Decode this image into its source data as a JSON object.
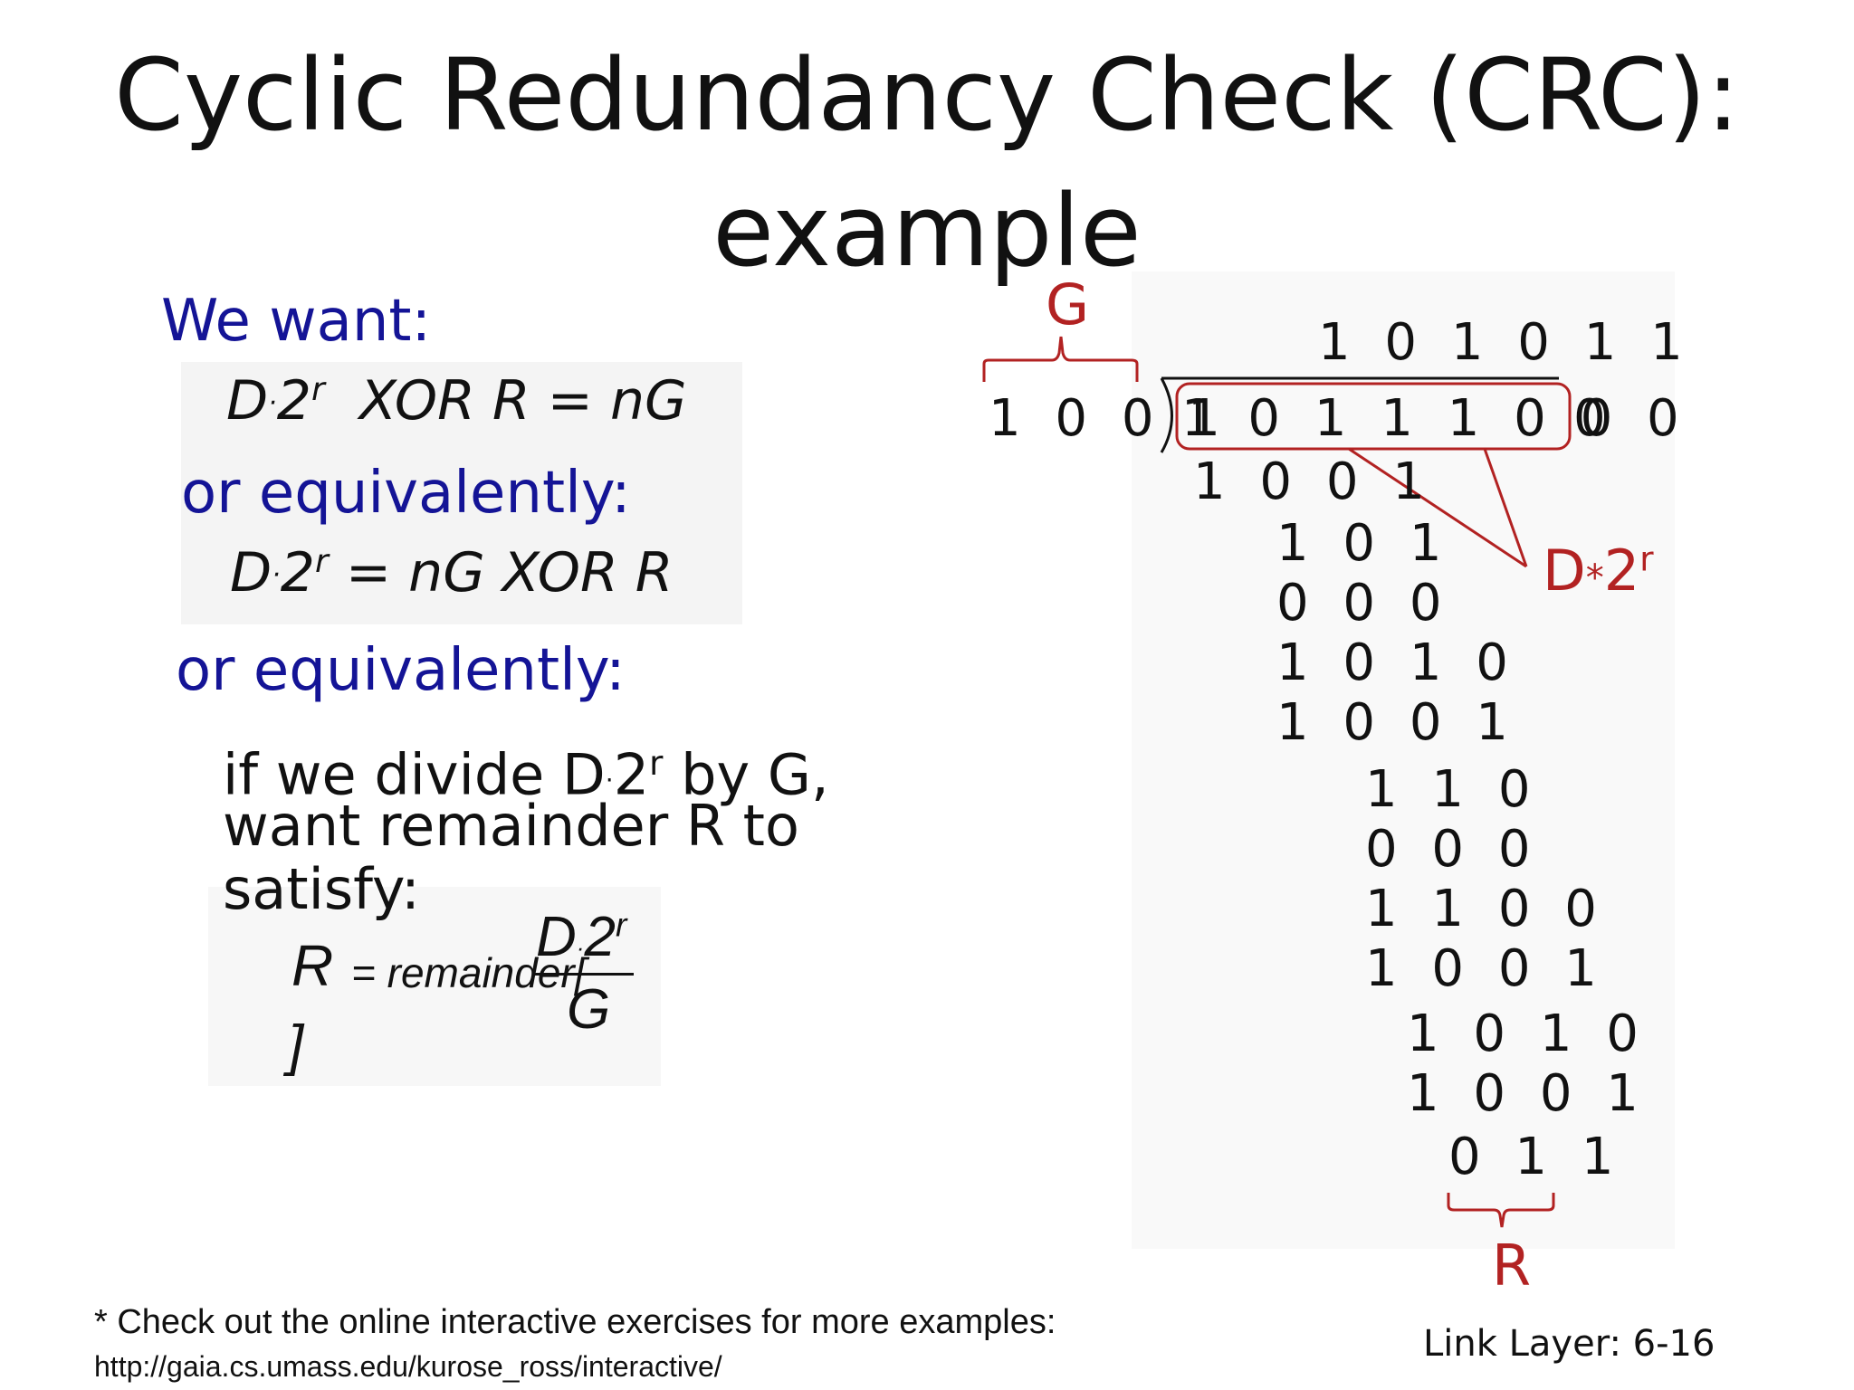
{
  "title": {
    "line1": "Cyclic Redundancy Check (CRC):",
    "line2": "example"
  },
  "left": {
    "we_want": "We want:",
    "eq1_d": "D",
    "eq1_rest": "XOR  R = nG",
    "or_equiv_1": "or equivalently:",
    "eq2_d": "D",
    "eq2_rest": "= nG  XOR  R",
    "or_equiv_2": "or equivalently:",
    "para_line1_a": "if we divide D",
    "para_line1_b": "by G,",
    "para_line2": "want remainder R to",
    "para_line3": "satisfy:",
    "r_label": "R",
    "remainder_text": "= remainder[",
    "frac_num": "D",
    "frac_den": "G",
    "close_bracket": "]",
    "exp_2": "2",
    "exp_r": "r"
  },
  "division": {
    "g_label": "G",
    "quotient": "1 0 1 0 1 1",
    "divisor": "1 0 0 1",
    "dividend_main": "1 0 1 1 1 0 0 0",
    "dividend_tail": "0",
    "d2r_label_d": "D",
    "d2r_label_star": "*",
    "d2r_label_2": "2",
    "d2r_label_r": "r",
    "r_label": "R",
    "steps": [
      "1 0 0 1",
      "1 0 1",
      "0 0 0",
      "1 0 1 0",
      "1 0 0 1",
      "1 1 0",
      "0 0 0",
      "1 1 0 0",
      "1 0 0 1",
      "1 0 1 0",
      "1 0 0 1",
      "0 1 1"
    ]
  },
  "footer": {
    "note": "* Check out the online interactive exercises for more examples:",
    "url": "http://gaia.cs.umass.edu/kurose_ross/interactive/",
    "slide_label": "Link Layer: 6-16"
  },
  "colors": {
    "blue": "#141496",
    "red": "#b22222"
  }
}
